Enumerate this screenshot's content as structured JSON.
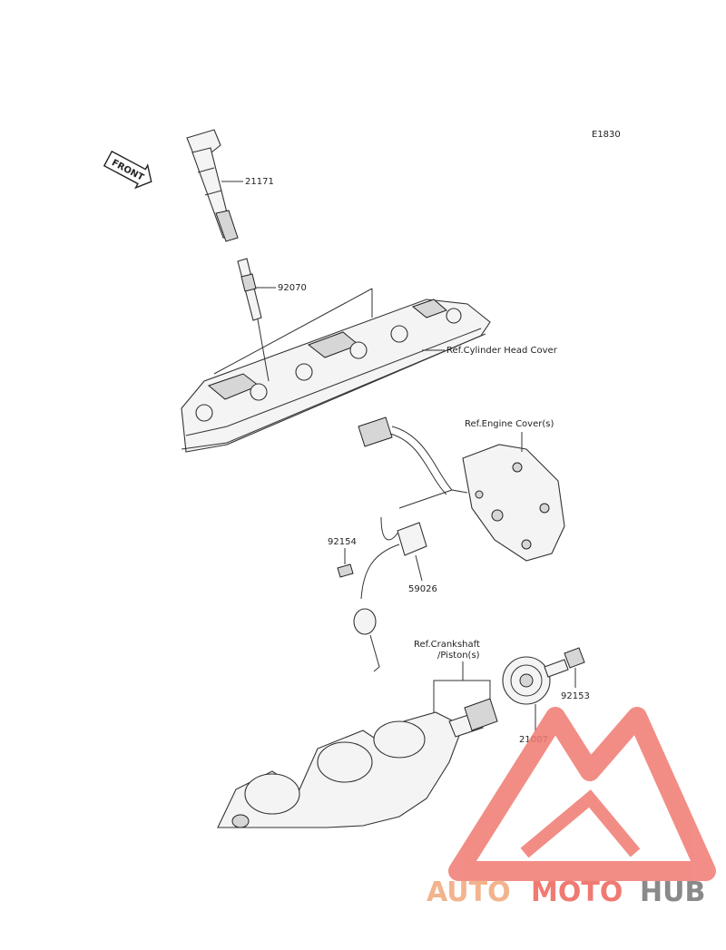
{
  "diagram_code": "E1830",
  "front_label": "FRONT",
  "parts": [
    {
      "number": "21171"
    },
    {
      "number": "92070"
    },
    {
      "number": "92154"
    },
    {
      "number": "59026"
    },
    {
      "number": "92153"
    },
    {
      "number": "21007"
    }
  ],
  "references": {
    "cylinder_head_cover": "Ref.Cylinder Head Cover",
    "engine_cover": "Ref.Engine Cover(s)",
    "crankshaft_line1": "Ref.Crankshaft",
    "crankshaft_line2": "/Piston(s)"
  },
  "watermark": {
    "part1": "AUTO",
    "part2": "MOTO",
    "part3": "HUB",
    "color_light": "#f2b38d",
    "color_red": "#f07a72",
    "color_gray": "#8a8a8a"
  }
}
